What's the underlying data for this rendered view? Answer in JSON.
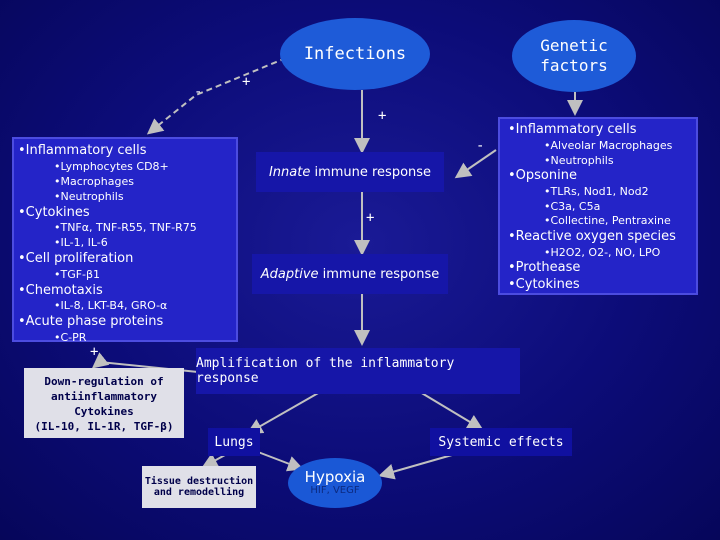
{
  "nodes": {
    "infections": "Infections",
    "genetic_factors": "Genetic factors",
    "innate_prefix": "Innate",
    "innate_rest": "immune response",
    "adaptive_prefix": "Adaptive",
    "adaptive_rest": "immune response",
    "amplification": "Amplification of the inflammatory response",
    "lungs": "Lungs",
    "systemic_effects": "Systemic effects",
    "tissue_destruction": "Tissue destruction and remodelling",
    "hypoxia": "Hypoxia",
    "hypoxia_sub": "HIF, VEGF",
    "downregulation": "Down-regulation of antiinflammatory Cytokines",
    "downregulation_sub": "(IL-10, IL-1R, TGF-β)"
  },
  "signs": {
    "plus_infections_left": "+",
    "minus_infections_left": "-",
    "plus_infections_innate": "+",
    "minus_right_panel": "-",
    "plus_innate_adaptive": "+",
    "plus_downregulation": "+"
  },
  "left_panel": {
    "lines": [
      {
        "text": "•Inflammatory cells",
        "level": 1
      },
      {
        "text": "•Lymphocytes CD8+",
        "level": 2
      },
      {
        "text": "•Macrophages",
        "level": 2
      },
      {
        "text": "•Neutrophils",
        "level": 2
      },
      {
        "text": "•Cytokines",
        "level": 1
      },
      {
        "text": "•TNFα, TNF-R55, TNF-R75",
        "level": 2
      },
      {
        "text": "•IL-1, IL-6",
        "level": 2
      },
      {
        "text": "•Cell proliferation",
        "level": 1
      },
      {
        "text": "•TGF-β1",
        "level": 2
      },
      {
        "text": "•Chemotaxis",
        "level": 1
      },
      {
        "text": "•IL-8, LKT-B4, GRO-α",
        "level": 2
      },
      {
        "text": "•Acute phase proteins",
        "level": 1
      },
      {
        "text": "•C-PR",
        "level": 2
      }
    ]
  },
  "right_panel": {
    "lines": [
      {
        "text": "•Inflammatory cells",
        "level": 1
      },
      {
        "text": "•Alveolar Macrophages",
        "level": 2
      },
      {
        "text": "•Neutrophils",
        "level": 2
      },
      {
        "text": "•Opsonine",
        "level": 1
      },
      {
        "text": "•TLRs, Nod1, Nod2",
        "level": 2
      },
      {
        "text": "•C3a, C5a",
        "level": 2
      },
      {
        "text": "•Collectine, Pentraxine",
        "level": 2
      },
      {
        "text": "•Reactive oxygen species",
        "level": 1
      },
      {
        "text": "•H2O2, O2-, NO, LPO",
        "level": 2
      },
      {
        "text": "•Prothease",
        "level": 1
      },
      {
        "text": "•Cytokines",
        "level": 1
      }
    ]
  },
  "colors": {
    "background": "#0c0c78",
    "ellipse": "#1e5bd8",
    "box": "#1616a8",
    "panel": "#2424c8",
    "arrow": "#c0c0c0"
  }
}
